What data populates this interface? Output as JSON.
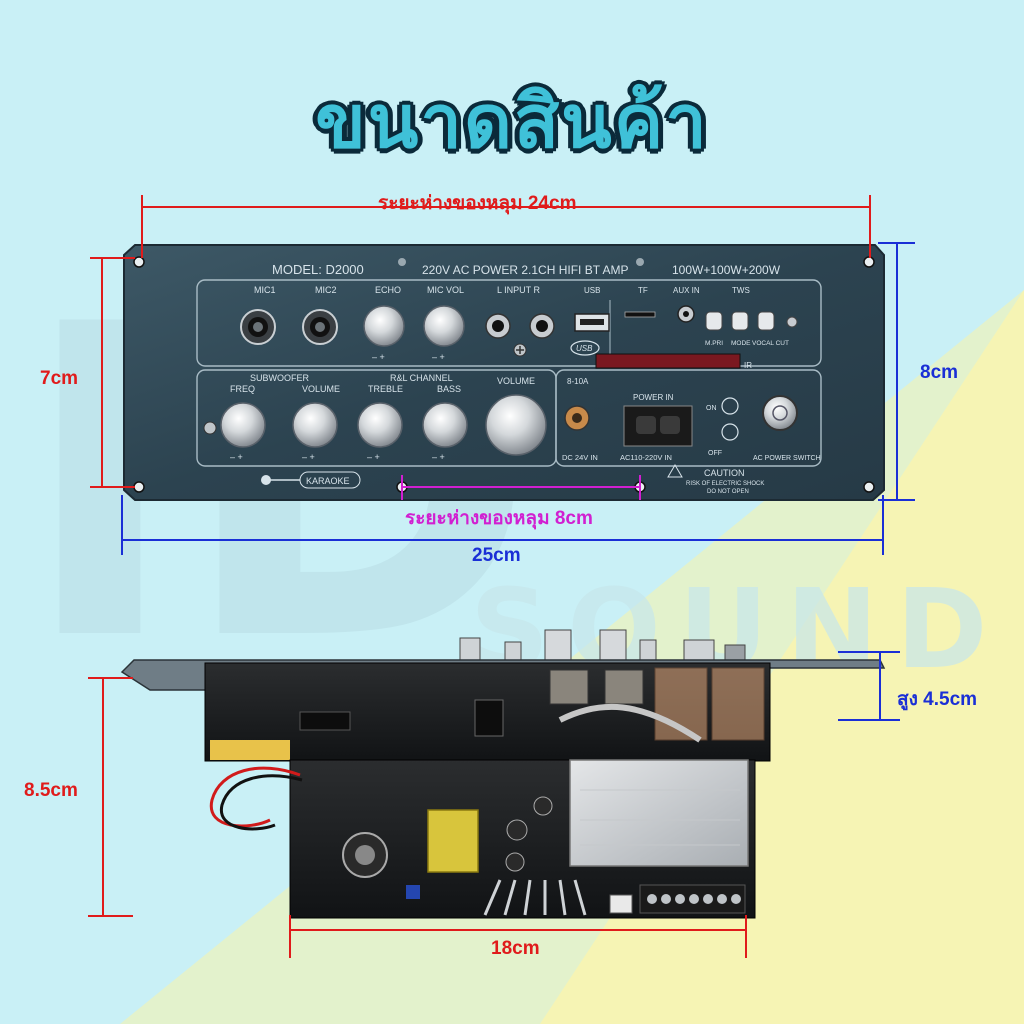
{
  "title": "ขนาดสินค้า",
  "watermark": {
    "brand": "ID",
    "subtitle": "SOUND"
  },
  "dimensions": {
    "top_hole_spacing": "ระยะห่างของหลุม 24cm",
    "height_left": "7cm",
    "height_right": "8cm",
    "bottom_hole_spacing": "ระยะห่างของหลุม 8cm",
    "overall_width": "25cm",
    "component_height": "สูง 4.5cm",
    "board_depth": "8.5cm",
    "board_width": "18cm"
  },
  "panel": {
    "model": "MODEL: D2000",
    "power_spec": "220V AC POWER 2.1CH HIFI BT AMP",
    "watt_spec": "100W+100W+200W",
    "labels": {
      "mic1": "MIC1",
      "mic2": "MIC2",
      "echo": "ECHO",
      "mic_vol": "MIC VOL",
      "input": "L  INPUT  R",
      "usb": "USB",
      "tf": "TF",
      "aux": "AUX IN",
      "tws": "TWS",
      "mpri": "M.PRI",
      "mode": "MODE",
      "vocal": "VOCAL CUT",
      "subwoofer": "SUBWOOFER",
      "freq": "FREQ",
      "volume": "VOLUME",
      "rl_channel": "R&L CHANNEL",
      "treble": "TREBLE",
      "bass": "BASS",
      "master_volume": "VOLUME",
      "dc_rating": "8-10A",
      "dc_in": "DC 24V IN",
      "power_in": "POWER IN",
      "ac_in": "AC110-220V IN",
      "on": "ON",
      "off": "OFF",
      "ac_switch": "AC POWER SWITCH",
      "ir": "IR",
      "usb_logo": "USB",
      "karaoke": "KARAOKE",
      "caution": "CAUTION",
      "caution_line1": "RISK OF ELECTRIC SHOCK",
      "caution_line2": "DO NOT OPEN"
    }
  },
  "colors": {
    "accent_red": "#e01b1b",
    "accent_blue": "#1a2fd6",
    "accent_magenta": "#d11fd1",
    "panel": "#2f4653"
  }
}
